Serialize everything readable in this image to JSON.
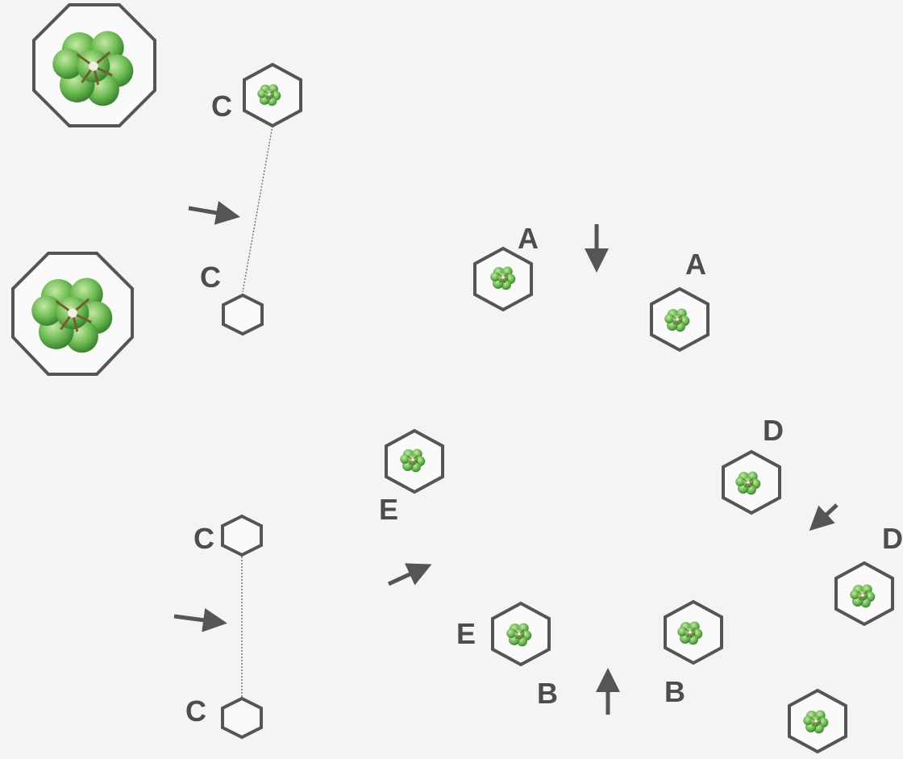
{
  "labels": {
    "c_top_upper": "C",
    "c_top_lower": "C",
    "a_left": "A",
    "a_right": "A",
    "e_upper": "E",
    "e_lower": "E",
    "c_bot_upper": "C",
    "c_bot_lower": "C",
    "d_upper": "D",
    "d_right": "D",
    "b_left": "B",
    "b_right": "B"
  },
  "colors": {
    "outline": "#555555",
    "label": "#4d4d4d",
    "foliage_dark": "#3f8f33",
    "foliage_light": "#9fd37f",
    "trunk": "#8a6b3e"
  },
  "icons": {
    "large_tree": "tree-canopy-icon",
    "pot": "hexagon-planter-icon",
    "arrow": "direction-arrow-icon"
  }
}
